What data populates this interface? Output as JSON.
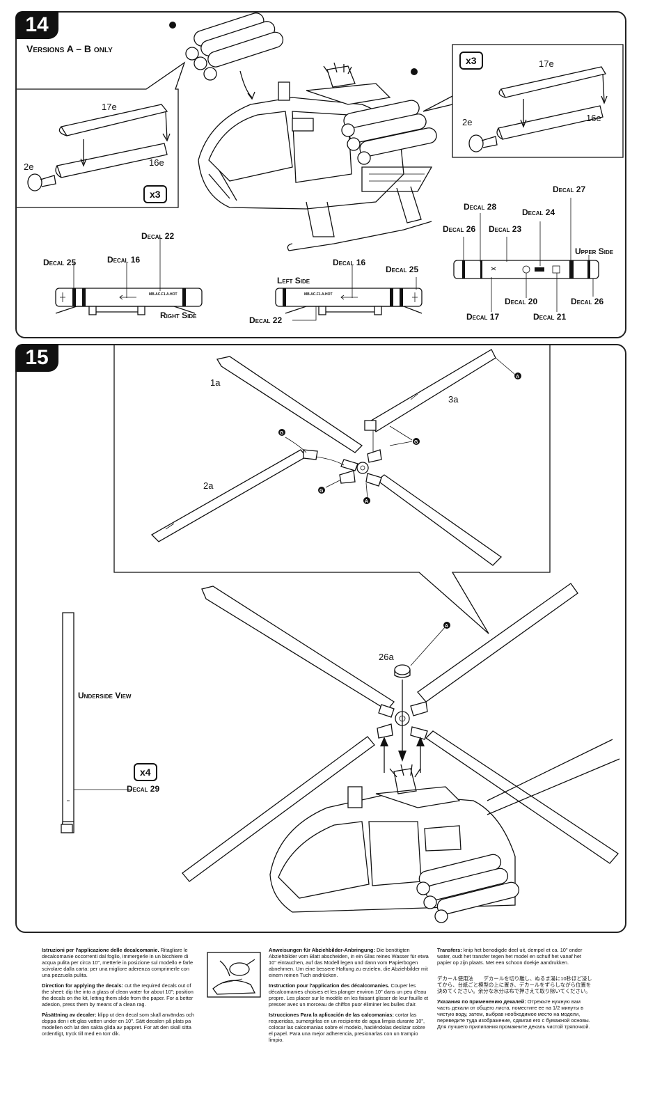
{
  "step14": {
    "number": "14",
    "title": "Versions A – B only",
    "multiplier_left": "x3",
    "multiplier_right": "x3",
    "parts": {
      "p17e_left": "17e",
      "p16e_left": "16e",
      "p2e_left": "2e",
      "p17e_right": "17e",
      "p16e_right": "16e",
      "p2e_right": "2e"
    },
    "right_side": {
      "label": "Right Side",
      "decal_25": "Decal 25",
      "decal_16": "Decal 16",
      "decal_22": "Decal 22",
      "marking": "MB.AC.F1.A.HOT"
    },
    "left_side": {
      "label": "Left Side",
      "decal_16": "Decal 16",
      "decal_25": "Decal 25",
      "decal_22": "Decal 22",
      "marking": "MB.AC.F1.A.HOT"
    },
    "upper_side": {
      "label": "Upper Side",
      "decal_28": "Decal 28",
      "decal_24": "Decal 24",
      "decal_27": "Decal 27",
      "decal_26_left": "Decal 26",
      "decal_23": "Decal 23",
      "decal_20": "Decal 20",
      "decal_26_right": "Decal 26",
      "decal_17": "Decal 17",
      "decal_21": "Decal 21"
    }
  },
  "step15": {
    "number": "15",
    "parts": {
      "p1a": "1a",
      "p2a": "2a",
      "p3a": "3a",
      "p26a": "26a"
    },
    "underside_view": "Underside View",
    "multiplier": "x4",
    "decal_29": "Decal 29"
  },
  "instructions": {
    "italian_title": "Istruzioni per l'applicazione delle decalcomanie.",
    "italian_body": "Ritagliare le decalcomanie occorrenti dal foglio, immergerle in un bicchiere di acqua pulita per circa 10\", metterle in posizione sul modello e farle scivolare dalla carta: per una migliore aderenza comprimerle con una pezzuola pulita.",
    "english_title": "Direction for applying the decals:",
    "english_body": "cut the required decals out of the sheet: dip the into a glass of clean water for about 10\"; position the decals on the kit, letting them slide from the paper. For a better adesion, press them by means of a clean rag.",
    "swedish_title": "Påsättning av decaler:",
    "swedish_body": "klipp ut den decal som skall användas och doppa den i ett glas vatten under en 10\". Sätt decalen på plats pa modellen och lat den sakta glida av pappret. For att den skall sitta ordentligt, tryck till med en torr dik.",
    "german_title": "Anweisungen für Abziehbilder-Anbringung:",
    "german_body": "Die benötigten Abziehbilder vom Blatt abscheiden, in ein Glas reines Wasser für etwa 10\" eintauchen, auf das Modell legen und dann vom Papierbogen abnehmen. Um eine bessere Haftung zu erzielen, die Abziehbilder mit einem reinen Tuch andrücken.",
    "french_title": "Instruction pour l'application des décalcomanies.",
    "french_body": "Couper les décalcomanies choisies et les planger environ 10\" dans un peu d'eau propre. Les placer sur le modèle en les faisant glisser de leur fauille et presser avec un morceau de chiffon puor éliminer les bulles d'air.",
    "spanish_title": "Istrucciones Para la aplicación de las calcomanias:",
    "spanish_body": "cortar las requeridas, sumergirlas en un recipiente de agua limpia durante 10\", colocar las calcomanias sobre el modelo, haciéndolas deslizar sobre el papel. Para una mejor adherencia, presionarlas con un trampio limpio.",
    "dutch_title": "Transfers:",
    "dutch_body": "knip het benodigde deel uit, dempel et ca. 10\" onder water, oudt het transfer tegen het model en schuif het vanaf het papier op zijn plaats. Met een schoon doekje aandrukken.",
    "japanese_body": "デカール使用法　　デカールを切り離し、ぬるま湯に10秒ほど浸してから、台紙ごと模型の上に置き、デカールをずらしながら位置を決めてください。余分な水分は布で押さえて取り除いてください。",
    "russian_title": "Указания по применению декалей:",
    "russian_body": "Отрежьте нужную вам часть декали от общего листа, поместите ее на 1/2 минуты в чистую воду, затем, выбрав необходимое место на модели, переведите туда изображение, сдвигая его с бумажной основы. Для лучшего прилипания промакните декаль чистой тряпочкой."
  }
}
